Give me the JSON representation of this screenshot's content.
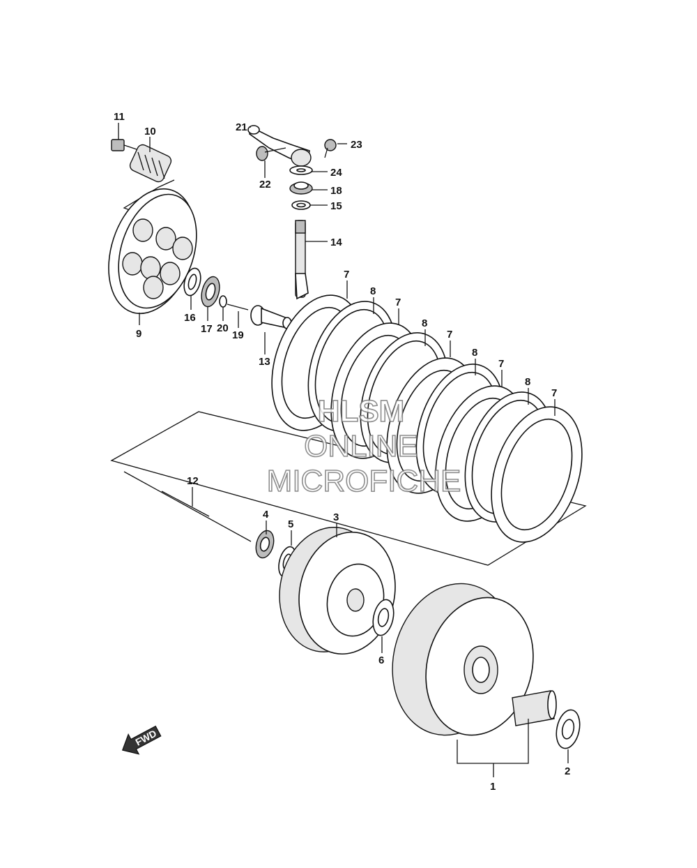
{
  "diagram": {
    "part_labels": [
      "1",
      "2",
      "3",
      "4",
      "5",
      "6",
      "7",
      "8",
      "7",
      "8",
      "7",
      "8",
      "7",
      "8",
      "7",
      "9",
      "10",
      "11",
      "12",
      "13",
      "14",
      "15",
      "16",
      "17",
      "18",
      "19",
      "20",
      "21",
      "22",
      "23",
      "24"
    ],
    "watermark": {
      "line1": "HLSM",
      "line2": "ONLINE",
      "line3": "MICROFICHE"
    },
    "direction_arrow_label": "FWD"
  }
}
